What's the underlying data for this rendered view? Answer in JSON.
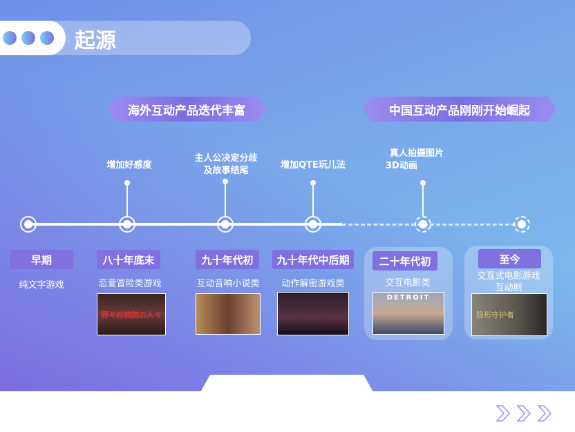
{
  "header": {
    "title": "起源"
  },
  "banners": {
    "overseas": "海外互动产品迭代丰富",
    "china": "中国互动产品刚刚开始崛起"
  },
  "notes": {
    "n1": "增加好感度",
    "n2a": "主人公决定分歧",
    "n2b": "及故事结尾",
    "n3": "增加QTE玩儿法",
    "n4a": "真人拍摄图片",
    "n4b": "3D动画"
  },
  "eras": [
    {
      "label": "早期",
      "desc": "纯文字游戏"
    },
    {
      "label": "八十年底末",
      "desc": "恋爱冒险类游戏",
      "image": "野々村病院の人々"
    },
    {
      "label": "九十年代初",
      "desc": "互动音响小说类"
    },
    {
      "label": "九十年代中后期",
      "desc": "动作解密游戏类"
    },
    {
      "label": "二十年代初",
      "desc": "交互电影类",
      "image": "DETROIT"
    },
    {
      "label": "至今",
      "desc": "交互式电影游戏",
      "desc2": "互动剧",
      "image": "隐形守护者"
    }
  ],
  "colors": {
    "accent": "#8070e0",
    "bg_top": "#7cc0ee",
    "bg_bottom": "#7b6fe0"
  }
}
